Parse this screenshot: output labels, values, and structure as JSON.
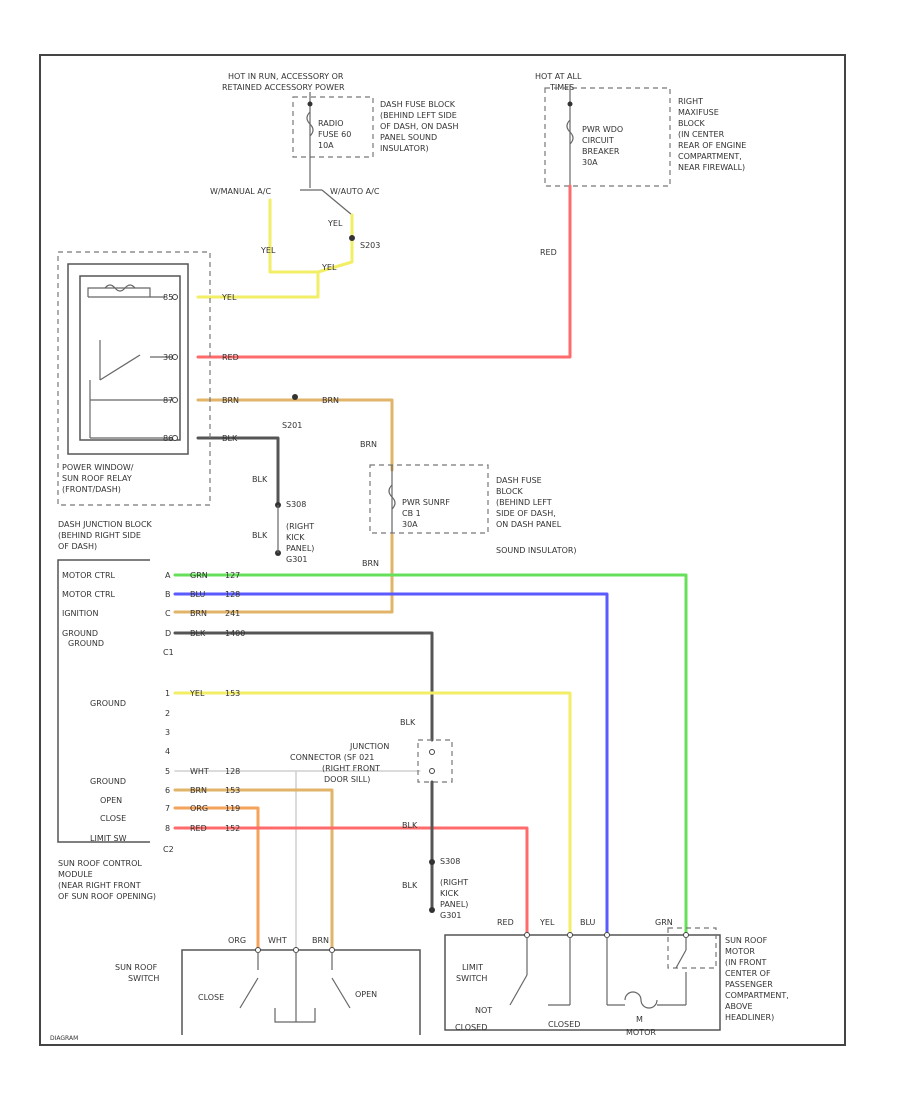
{
  "colors": {
    "yel": "#f2ee66",
    "red": "#ff6b6b",
    "brn": "#e2b46a",
    "blk": "#555555",
    "grn": "#66e05a",
    "blu": "#5a5aff",
    "org": "#f5a25a",
    "wht": "#cfcfcf"
  },
  "power": {
    "hot_in_run": "HOT IN RUN, ACCESSORY OR",
    "retained": "RETAINED ACCESSORY POWER",
    "hot_at_all": "HOT AT ALL",
    "times": "TIMES"
  },
  "fuse_block1": {
    "fuse_line1": "RADIO",
    "fuse_line2": "FUSE 60",
    "fuse_line3": "10A",
    "desc": [
      "DASH FUSE BLOCK",
      "(BEHIND LEFT SIDE",
      "OF DASH, ON DASH",
      "PANEL SOUND",
      "INSULATOR)"
    ]
  },
  "breaker": {
    "line1": "PWR WDO",
    "line2": "CIRCUIT",
    "line3": "BREAKER",
    "line4": "30A",
    "desc": [
      "RIGHT",
      "MAXIFUSE",
      "BLOCK",
      "(IN CENTER",
      "REAR OF ENGINE",
      "COMPARTMENT,",
      "NEAR FIREWALL)"
    ]
  },
  "labels": {
    "w_dash_a": "W/MANUAL A/C",
    "w_auto": "W/AUTO A/C",
    "yel": "YEL",
    "red": "RED",
    "brn": "BRN",
    "blk": "BLK",
    "s203": "S203",
    "s201": "S201",
    "s308": "S308",
    "g301": "(RIGHT",
    "g301b": "KICK",
    "g301c": "PANEL)",
    "g301d": "G301",
    "s308b": "S308",
    "g301e": "(RIGHT",
    "g301f": "KICK",
    "g301g": "PANEL)",
    "g301h": "G301"
  },
  "relay": {
    "pins": [
      "85",
      "30",
      "87",
      "86"
    ],
    "wire_yel": "YEL",
    "wire_red": "RED",
    "wire_brn": "BRN",
    "wire_blk": "BLK",
    "desc": [
      "POWER WINDOW/",
      "SUN ROOF RELAY",
      "(FRONT/DASH)"
    ]
  },
  "fuse_block2": {
    "line1": "PWR SUNRF",
    "line2": "CB 1",
    "line3": "30A",
    "desc": [
      "DASH FUSE",
      "BLOCK",
      "(BEHIND LEFT",
      "SIDE OF DASH,",
      "ON DASH PANEL",
      "SOUND INSULATOR)"
    ]
  },
  "junction_desc": [
    "DASH JUNCTION BLOCK",
    "(BEHIND RIGHT SIDE",
    "OF DASH)"
  ],
  "module": {
    "c1_rows": [
      {
        "name": "MOTOR CTRL",
        "pin": "A",
        "color": "GRN",
        "circuit": "127"
      },
      {
        "name": "MOTOR CTRL",
        "pin": "B",
        "color": "BLU",
        "circuit": "128"
      },
      {
        "name": "IGNITION",
        "pin": "C",
        "color": "BRN",
        "circuit": "241"
      },
      {
        "name": "GROUND",
        "pin": "D",
        "color": "BLK",
        "circuit": "1400"
      }
    ],
    "c1": "C1",
    "c2_rows": [
      {
        "name": "GROUND",
        "pin": "1",
        "color": "YEL",
        "circuit": "153"
      },
      {
        "name": "",
        "pin": "2",
        "color": "",
        "circuit": ""
      },
      {
        "name": "",
        "pin": "3",
        "color": "",
        "circuit": ""
      },
      {
        "name": "",
        "pin": "4",
        "color": "",
        "circuit": ""
      },
      {
        "name": "GROUND",
        "pin": "5",
        "color": "WHT",
        "circuit": "128"
      },
      {
        "name": "OPEN",
        "pin": "6",
        "color": "BRN",
        "circuit": "153"
      },
      {
        "name": "CLOSE",
        "pin": "7",
        "color": "ORG",
        "circuit": "119"
      },
      {
        "name": "LIMIT SW",
        "pin": "8",
        "color": "RED",
        "circuit": "152"
      }
    ],
    "c2": "C2",
    "desc": [
      "SUN ROOF CONTROL",
      "MODULE",
      "(NEAR RIGHT FRONT",
      "OF SUN ROOF OPENING)"
    ]
  },
  "junction_conn": {
    "desc": [
      "JUNCTION",
      "CONNECTOR (SF 021",
      "(RIGHT FRONT",
      "DOOR SILL)"
    ],
    "blk": "BLK",
    "blk2": "BLK"
  },
  "switch": {
    "title": [
      "SUN ROOF",
      "SWITCH"
    ],
    "org": "ORG",
    "wht": "WHT",
    "brn": "BRN",
    "close": "CLOSE",
    "open": "OPEN"
  },
  "motor": {
    "red": "RED",
    "yel": "YEL",
    "blu": "BLU",
    "grn": "GRN",
    "limit": [
      "LIMIT",
      "SWITCH"
    ],
    "not_closed": [
      "NOT",
      "CLOSED"
    ],
    "closed": "CLOSED",
    "motor_label": "M",
    "motor_text": "MOTOR",
    "desc": [
      "SUN ROOF",
      "MOTOR",
      "(IN FRONT",
      "CENTER OF",
      "PASSENGER",
      "COMPARTMENT,",
      "ABOVE",
      "HEADLINER)"
    ]
  },
  "footer": "DIAGRAM"
}
